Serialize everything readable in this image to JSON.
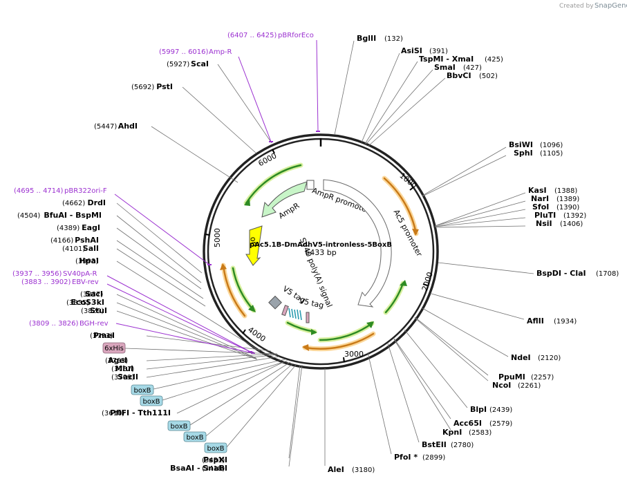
{
  "credit": {
    "prefix": "Created by",
    "brand": "SnapGene"
  },
  "plasmid": {
    "name": "pAc5.1B-DmAdhV5-intronless-5BoxB",
    "length": "6433 bp"
  },
  "ticks": [
    "1000",
    "2000",
    "3000",
    "4000",
    "5000",
    "6000"
  ],
  "enzymes": [
    {
      "name": "BglII",
      "pos": "(132)"
    },
    {
      "name": "AsiSI",
      "pos": "(391)"
    },
    {
      "name": "TspMI  -  XmaI",
      "pos": "(425)"
    },
    {
      "name": "SmaI",
      "pos": "(427)"
    },
    {
      "name": "BbvCI",
      "pos": "(502)"
    },
    {
      "name": "BsiWI",
      "pos": "(1096)"
    },
    {
      "name": "SphI",
      "pos": "(1105)"
    },
    {
      "name": "KasI",
      "pos": "(1388)"
    },
    {
      "name": "NarI",
      "pos": "(1389)"
    },
    {
      "name": "SfoI",
      "pos": "(1390)"
    },
    {
      "name": "PluTI",
      "pos": "(1392)"
    },
    {
      "name": "NsiI",
      "pos": "(1406)"
    },
    {
      "name": "BspDI  -  ClaI",
      "pos": "(1708)"
    },
    {
      "name": "AflII",
      "pos": "(1934)"
    },
    {
      "name": "NdeI",
      "pos": "(2120)"
    },
    {
      "name": "PpuMI",
      "pos": "(2257)"
    },
    {
      "name": "NcoI",
      "pos": "(2261)"
    },
    {
      "name": "BlpI",
      "pos": "(2439)"
    },
    {
      "name": "Acc65I",
      "pos": "(2579)"
    },
    {
      "name": "KpnI",
      "pos": "(2583)"
    },
    {
      "name": "BstEII",
      "pos": "(2780)"
    },
    {
      "name": "PfoI *",
      "pos": "(2899)"
    },
    {
      "name": "AleI",
      "pos": "(3180)"
    },
    {
      "name": "BsaAI  -  SnaBI",
      "pos": "(3418)"
    },
    {
      "name": "PspXI",
      "pos": "(3451)"
    },
    {
      "name": "PflFI  -  Tth111I",
      "pos": "(3610)"
    },
    {
      "name": "SacII",
      "pos": "(3709)"
    },
    {
      "name": "MluI",
      "pos": "(3757)"
    },
    {
      "name": "AgeI",
      "pos": "(3763)"
    },
    {
      "name": "PmeI",
      "pos": "(3793)"
    },
    {
      "name": "StuI",
      "pos": "(3829)"
    },
    {
      "name": "EcoS3kI",
      "pos": "(3835)"
    },
    {
      "name": "SacI",
      "pos": "(3837)"
    },
    {
      "name": "HpaI",
      "pos": "(3993)"
    },
    {
      "name": "SalI",
      "pos": "(4101)"
    },
    {
      "name": "PshAI",
      "pos": "(4166)"
    },
    {
      "name": "EagI",
      "pos": "(4389)"
    },
    {
      "name": "BfuAI  -  BspMI",
      "pos": "(4504)"
    },
    {
      "name": "DrdI",
      "pos": "(4662)"
    },
    {
      "name": "AhdI",
      "pos": "(5447)"
    },
    {
      "name": "PstI",
      "pos": "(5692)"
    },
    {
      "name": "ScaI",
      "pos": "(5927)"
    }
  ],
  "primers": [
    {
      "range": "(6407 .. 6425)",
      "name": "pBRforEco"
    },
    {
      "range": "(5997 .. 6016)",
      "name": "Amp-R"
    },
    {
      "range": "(4695 .. 4714)",
      "name": "pBR322ori-F"
    },
    {
      "range": "(3937 .. 3956)",
      "name": "SV40pA-R"
    },
    {
      "range": "(3883 .. 3902)",
      "name": "EBV-rev"
    },
    {
      "range": "(3809 .. 3826)",
      "name": "BGH-rev"
    }
  ],
  "boxes": {
    "his": "6xHis",
    "boxb": [
      "boxB",
      "boxB",
      "boxB",
      "boxB",
      "boxB"
    ]
  },
  "features": {
    "ampr": "AmpR",
    "ampr_promoter": "AmpR promoter",
    "ac5_promoter": "Ac5 promoter",
    "ori": "ori",
    "sv40": "SV40 poly(A) signal",
    "v5a": "V5 tag",
    "v5b": "V5 tag"
  },
  "colors": {
    "primer": "#9b30d0",
    "ampr_fill": "#c8f5c8",
    "ori_fill": "#ffff00",
    "orf_green": "#2e8b23",
    "orf_orange": "#c97a18",
    "boxb_fill": "#a6d9e6",
    "his_fill": "#d9a6bd"
  }
}
